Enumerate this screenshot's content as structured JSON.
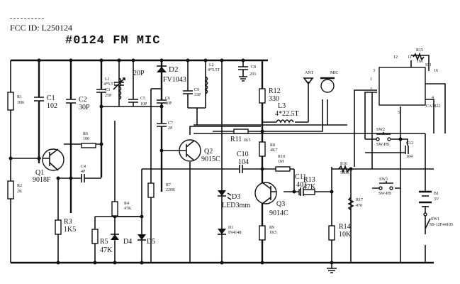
{
  "header": {
    "fcc_id": "FCC ID: L250124",
    "title": "#0124  FM MIC"
  },
  "components": {
    "R1": {
      "ref": "R1",
      "value": "10K"
    },
    "R2": {
      "ref": "R2",
      "value": "2K"
    },
    "R3": {
      "ref": "R3",
      "value": "1K5"
    },
    "R4": {
      "ref": "R4",
      "value": "47K"
    },
    "R5": {
      "ref": "R5",
      "value": "47K"
    },
    "R6": {
      "ref": "R6",
      "value": "100"
    },
    "R7": {
      "ref": "R7",
      "value": "220K"
    },
    "R8": {
      "ref": "R8",
      "value": "4K7"
    },
    "R9": {
      "ref": "R9",
      "value": "1K5"
    },
    "R10": {
      "ref": "R10",
      "value": "1M"
    },
    "R11": {
      "ref": "R11",
      "value": "1K5"
    },
    "R12": {
      "ref": "R12",
      "value": "330"
    },
    "R13": {
      "ref": "R13",
      "value": "47K"
    },
    "R14": {
      "ref": "R14",
      "value": "10K"
    },
    "R15": {
      "ref": "R15",
      "value": "1M"
    },
    "R16": {
      "ref": "R16",
      "value": "560K"
    },
    "R17": {
      "ref": "R17",
      "value": "470"
    },
    "C1": {
      "ref": "C1",
      "value": "102"
    },
    "C2": {
      "ref": "C2",
      "value": "30P"
    },
    "C3": {
      "ref": "C3",
      "value": "25P"
    },
    "C4": {
      "ref": "C4",
      "value": "4P"
    },
    "C5": {
      "ref": "C5",
      "value": "10P"
    },
    "C6": {
      "ref": "C6",
      "value": "10P"
    },
    "C7": {
      "ref": "C7",
      "value": "2P"
    },
    "C8": {
      "ref": "C8",
      "value": "203"
    },
    "C9": {
      "ref": "C9",
      "value": "33P"
    },
    "C10": {
      "ref": "C10",
      "value": "104"
    },
    "C11": {
      "ref": "C11",
      "value": "403"
    },
    "C12": {
      "ref": "C12",
      "value": "104"
    },
    "VC": {
      "ref": "",
      "value": "20P"
    },
    "L1": {
      "ref": "L1",
      "value": "4*5.5T"
    },
    "L2": {
      "ref": "L2",
      "value": "4*5.5T"
    },
    "L3": {
      "ref": "L3",
      "value": "4*22.5T"
    },
    "D1": {
      "ref": "D1",
      "value": "IN4148"
    },
    "D2": {
      "ref": "D2",
      "value": "FV1043"
    },
    "D3": {
      "ref": "D3",
      "value": "LED3mm"
    },
    "D4": {
      "ref": "D4",
      "value": ""
    },
    "D5": {
      "ref": "D5",
      "value": ""
    },
    "Q1": {
      "ref": "Q1",
      "value": "9018F"
    },
    "Q2": {
      "ref": "Q2",
      "value": "9015C"
    },
    "Q3": {
      "ref": "Q3",
      "value": "9014C"
    },
    "IC": {
      "ref": "IC1",
      "value": "CA3822"
    },
    "SW1": {
      "ref": "SW1",
      "value": "SS-12F44105"
    },
    "SW2": {
      "ref": "SW2",
      "value": "SW-PB"
    },
    "SW3": {
      "ref": "SW3",
      "value": "SW-PB"
    },
    "B1": {
      "ref": "B1",
      "value": "3V"
    },
    "ANT": {
      "ref": "ANT"
    },
    "MIC": {
      "ref": "MIC"
    },
    "ic_pins": [
      "1",
      "2",
      "3",
      "4",
      "5",
      "11",
      "12",
      "16"
    ]
  }
}
